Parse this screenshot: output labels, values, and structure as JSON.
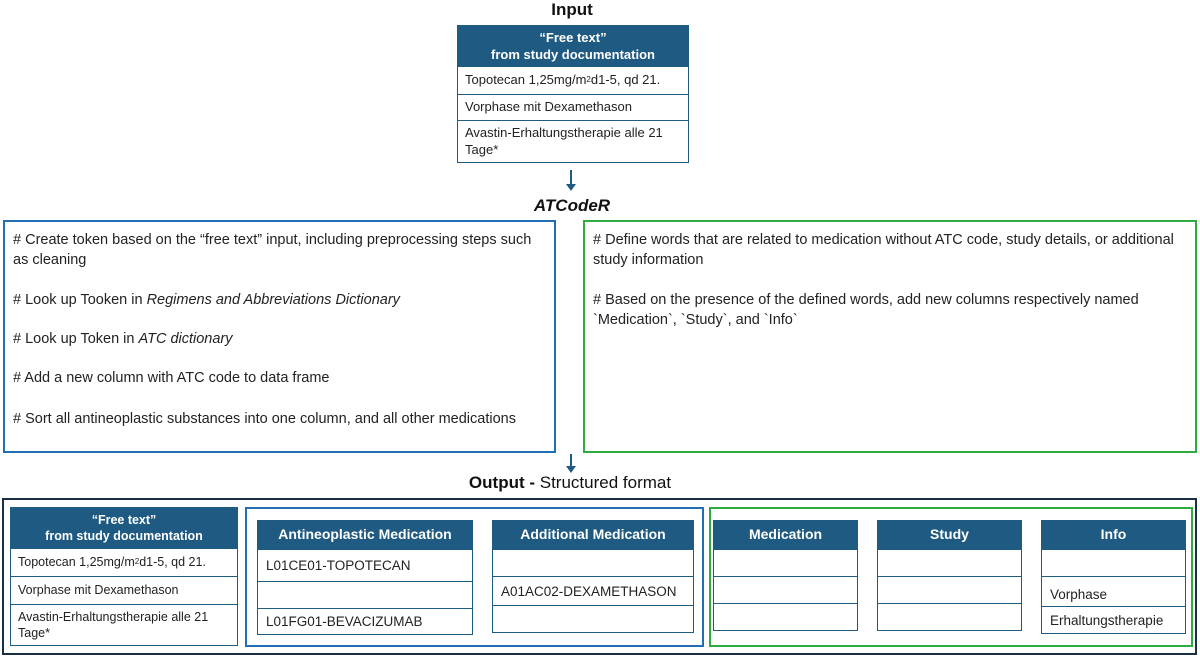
{
  "input": {
    "title": "Input",
    "table_header_line1": "“Free text”",
    "table_header_line2": "from study documentation",
    "rows": [
      {
        "pre": "Topotecan 1,25mg/m",
        "sup": "2",
        "post": " d1-5, qd 21."
      },
      {
        "pre": "Vorphase mit Dexamethason",
        "sup": "",
        "post": ""
      },
      {
        "pre": "Avastin-Erhaltungstherapie alle 21 Tage*",
        "sup": "",
        "post": ""
      }
    ]
  },
  "atcoder": {
    "title": "ATCodeR",
    "left_box": {
      "color": "#1f6fb2",
      "l1": "# Create token based on the “free text” input, including preprocessing steps such as cleaning",
      "l2_pre": "# Look up Tooken in ",
      "l2_em": "Regimens and Abbreviations Dictionary",
      "l3_pre": "# Look up Token in ",
      "l3_em": "ATC dictionary",
      "l4": "# Add a new column with ATC code to data frame",
      "l5": "# Sort all antineoplastic substances into one column, and all other medications"
    },
    "right_box": {
      "color": "#2eac3f",
      "l1": "# Define words that are related to medication without ATC code, study details, or additional study information",
      "l2": "# Based on the presence of  the defined words, add new columns respectively named `Medication`, `Study`, and `Info`"
    }
  },
  "output": {
    "title_bold": "Output -",
    "title_rest": " Structured format",
    "table_header_line1": "“Free text”",
    "table_header_line2": "from study documentation",
    "rows": [
      {
        "pre": "Topotecan 1,25mg/m",
        "sup": "2",
        "post": " d1-5, qd 21."
      },
      {
        "pre": "Vorphase mit Dexamethason",
        "sup": "",
        "post": ""
      },
      {
        "pre": "Avastin-Erhaltungstherapie alle 21 Tage*",
        "sup": "",
        "post": ""
      }
    ],
    "columns": {
      "antineoplastic": {
        "header": "Antineoplastic Medication",
        "cells": [
          "L01CE01-TOPOTECAN",
          "",
          "L01FG01-BEVACIZUMAB"
        ]
      },
      "additional": {
        "header": "Additional Medication",
        "cells": [
          "",
          "A01AC02-DEXAMETHASON",
          ""
        ]
      },
      "medication": {
        "header": "Medication",
        "cells": [
          "",
          "",
          ""
        ]
      },
      "study": {
        "header": "Study",
        "cells": [
          "",
          "",
          ""
        ]
      },
      "info": {
        "header": "Info",
        "cells": [
          "",
          "Vorphase",
          "Erhaltungstherapie"
        ]
      }
    }
  },
  "colors": {
    "header_fill": "#1f5a82",
    "blue_group": "#1f6fb2",
    "green_group": "#2eac3f",
    "outer_frame": "#1a2e44"
  }
}
